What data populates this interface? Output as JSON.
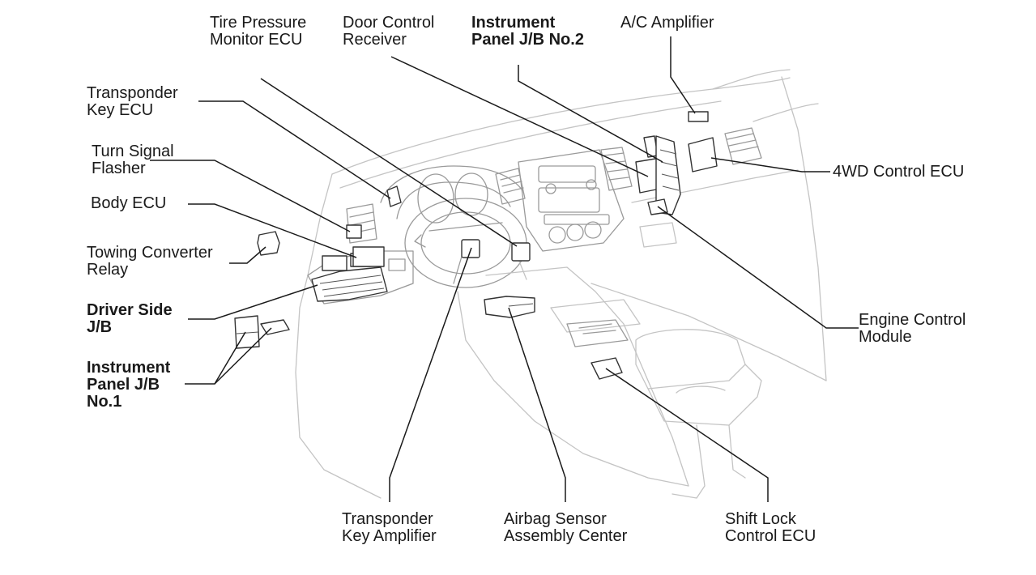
{
  "labels": {
    "tire_pressure": [
      "Tire Pressure",
      "Monitor ECU"
    ],
    "door_control": [
      "Door Control",
      "Receiver"
    ],
    "ipjb2": [
      "Instrument",
      "Panel J/B No.2"
    ],
    "ac_amplifier": [
      "A/C Amplifier"
    ],
    "transponder_ecu": [
      "Transponder",
      "Key ECU"
    ],
    "turn_signal": [
      "Turn Signal",
      "Flasher"
    ],
    "body_ecu": [
      "Body ECU"
    ],
    "towing": [
      "Towing Converter",
      "Relay"
    ],
    "driver_jb": [
      "Driver Side",
      "J/B"
    ],
    "ipjb1": [
      "Instrument",
      "Panel J/B",
      "No.1"
    ],
    "fourwd": [
      "4WD Control ECU"
    ],
    "ecm": [
      "Engine Control",
      "Module"
    ],
    "transponder_amp": [
      "Transponder",
      "Key Amplifier"
    ],
    "airbag": [
      "Airbag Sensor",
      "Assembly Center"
    ],
    "shift_lock": [
      "Shift Lock",
      "Control ECU"
    ]
  },
  "colors": {
    "line": "#1a1a1a",
    "outline": "#c4c4c4",
    "background": "#ffffff"
  }
}
